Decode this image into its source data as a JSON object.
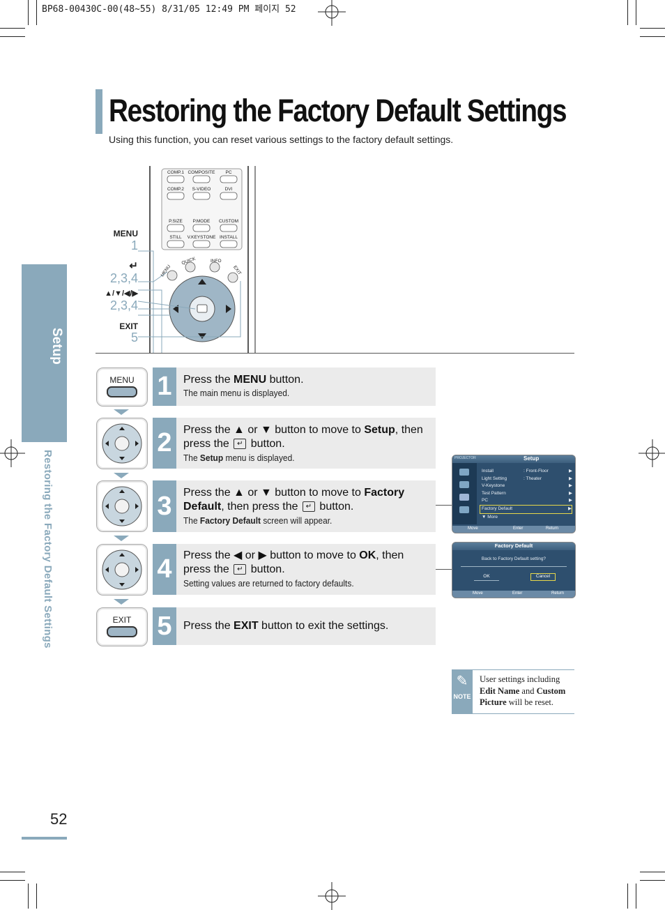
{
  "header": {
    "print_line": "BP68-00430C-00(48~55)  8/31/05  12:49 PM 페이지 52"
  },
  "title": "Restoring the Factory Default Settings",
  "subtitle": "Using this function, you can reset various settings to the factory default settings.",
  "side_tab": {
    "label": "Setup",
    "sub_label": "Restoring the Factory Default Settings"
  },
  "page_number": "52",
  "remote": {
    "callouts": [
      {
        "label": "MENU",
        "num": "1"
      },
      {
        "label": "↵",
        "num": "2,3,4"
      },
      {
        "label": "▲/▼/◀/▶",
        "num": "2,3,4"
      },
      {
        "label": "EXIT",
        "num": "5"
      }
    ],
    "keys_row1": [
      "COMP.1",
      "COMPOSITE",
      "PC"
    ],
    "keys_row2": [
      "COMP.2",
      "S-VIDEO",
      "DVI"
    ],
    "keys_row3": [
      "P.SIZE",
      "P.MODE",
      "CUSTOM"
    ],
    "keys_row4": [
      "STILL",
      "V.KEYSTONE",
      "INSTALL"
    ],
    "dial_labels": [
      "MENU",
      "QUICK",
      "INFO",
      "EXIT"
    ]
  },
  "steps": [
    {
      "num": "1",
      "button_label": "MENU",
      "main_parts": [
        "Press the ",
        "MENU",
        " button."
      ],
      "sub_parts": [
        "The main menu is displayed."
      ]
    },
    {
      "num": "2",
      "main_parts": [
        "Press the ▲ or ▼ button to move to ",
        "Setup",
        ", then",
        "press the ",
        " button."
      ],
      "sub_parts": [
        "The ",
        "Setup",
        " menu is displayed."
      ]
    },
    {
      "num": "3",
      "main_parts": [
        "Press the ▲ or ▼ button to move to ",
        "Factory",
        "Default",
        ", then press the ",
        " button."
      ],
      "sub_parts": [
        "The ",
        "Factory Default",
        " screen will appear."
      ]
    },
    {
      "num": "4",
      "main_parts": [
        "Press the ◀ or ▶ button to move to ",
        "OK",
        ", then",
        "press the ",
        " button."
      ],
      "sub_parts": [
        "Setting values are returned to factory defaults."
      ]
    },
    {
      "num": "5",
      "button_label": "EXIT",
      "main_parts": [
        "Press the ",
        "EXIT",
        " button to exit the settings."
      ]
    }
  ],
  "osd_setup": {
    "brand": "PROJECTOR",
    "title": "Setup",
    "items": [
      {
        "label": "Install",
        "value": ": Front-Floor"
      },
      {
        "label": "Light Setting",
        "value": ": Theater"
      },
      {
        "label": "V-Keystone",
        "value": ""
      },
      {
        "label": "Test Pattern",
        "value": ""
      },
      {
        "label": "PC",
        "value": ""
      },
      {
        "label": "Factory Default",
        "value": ""
      }
    ],
    "more": "▼ More",
    "footer": {
      "move": "Move",
      "enter": "Enter",
      "return": "Return"
    }
  },
  "osd_factory": {
    "title": "Factory Default",
    "question": "Back to Factory Default setting?",
    "ok": "OK",
    "cancel": "Cancel",
    "footer": {
      "move": "Move",
      "enter": "Enter",
      "return": "Return"
    }
  },
  "note": {
    "icon_label": "NOTE",
    "text_parts": [
      "User settings including ",
      "Edit Name",
      " and ",
      "Custom",
      "Picture",
      " will be reset."
    ]
  },
  "colors": {
    "accent": "#8aa9bb",
    "osd_bg": "#2e4f6e"
  }
}
